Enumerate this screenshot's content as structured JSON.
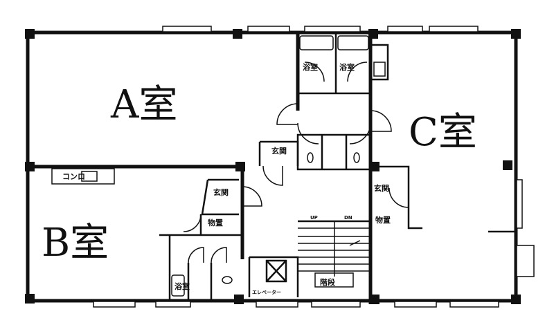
{
  "rooms": {
    "a": "A室",
    "b": "B室",
    "c": "C室"
  },
  "labels": {
    "bath_1": "浴室",
    "bath_2": "浴室",
    "bath_b": "浴室",
    "entrance_a": "玄関",
    "entrance_b": "玄関",
    "entrance_c": "玄関",
    "storage_b": "物置",
    "storage_c": "物置",
    "kitchen_b": "コンロ",
    "elevator": "エレベーター",
    "stairs": "階段",
    "stairs_up": "UP",
    "stairs_down": "DN"
  }
}
